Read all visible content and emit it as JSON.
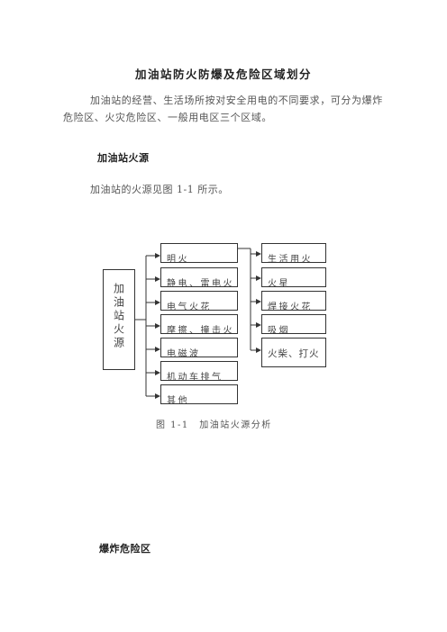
{
  "title": "加油站防火防爆及危险区域划分",
  "intro_line1": "加油站的经营、生活场所按对安全用电的不同要求，可分为爆炸",
  "intro_line2": "危险区、火灾危险区、一般用电区三个区域。",
  "section1_heading": "加油站火源",
  "section1_text": "加油站的火源见图 1-1 所示。",
  "diagram": {
    "root": "加油站火源",
    "left_items": [
      "明火",
      "静电、雷电火",
      "电气火花",
      "摩擦、撞击火",
      "电磁波",
      "机动车排气",
      "其他"
    ],
    "right_items": [
      "生活用火",
      "火星",
      "焊接火花",
      "吸烟",
      "火柴、打火"
    ]
  },
  "figure_caption": "图 1-1　加油站火源分析",
  "section2_heading": "爆炸危险区"
}
